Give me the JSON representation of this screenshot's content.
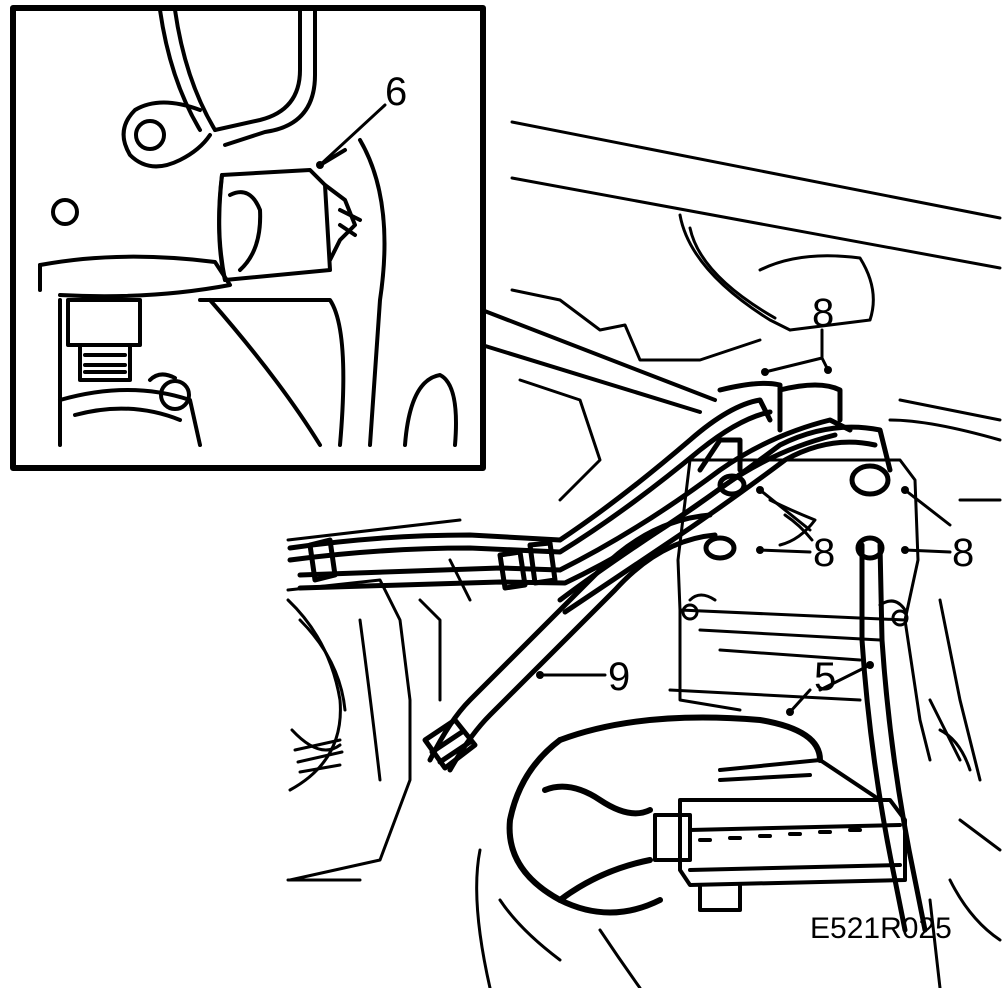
{
  "callouts": {
    "inset_part": "6",
    "pipe_union_top": "8",
    "pipe_union_mid": "8",
    "pipe_union_right": "8",
    "return_hose": "9",
    "control_unit": "5"
  },
  "figure_ref": "E521R025",
  "colors": {
    "line": "#000000",
    "paper": "#ffffff"
  }
}
